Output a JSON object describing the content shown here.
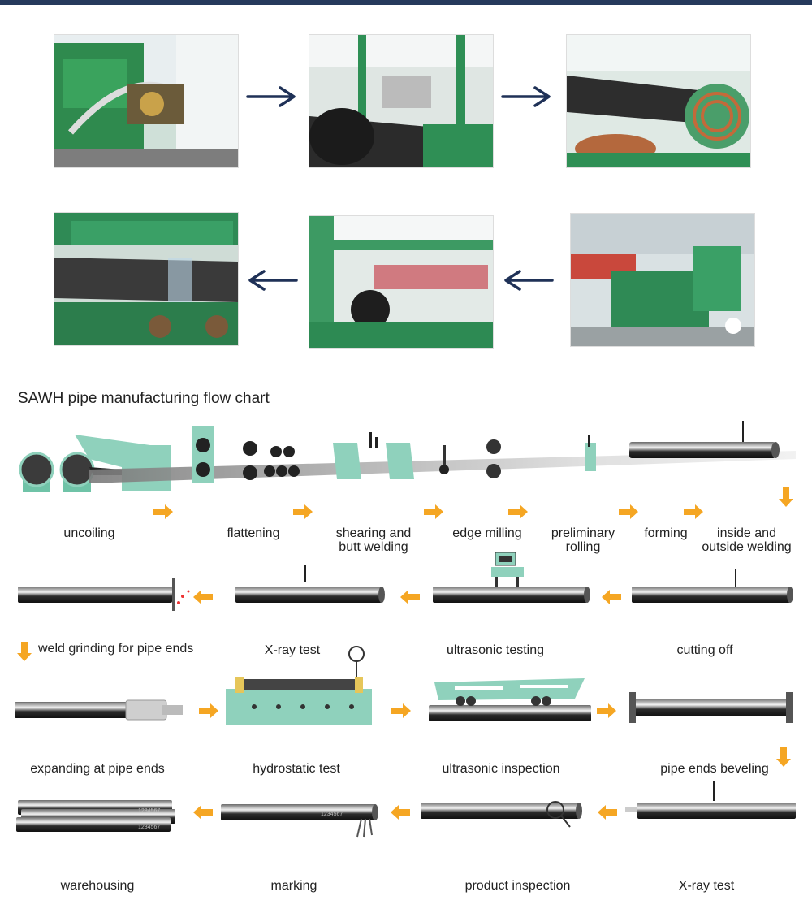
{
  "chart_title": "SAWH pipe manufacturing flow chart",
  "colors": {
    "top_bar": "#263a5c",
    "nav_arrow": "#1f3157",
    "flow_arrow": "#f5a623",
    "machine_green": "#8fd1bc",
    "pipe": "#3a3a3a"
  },
  "photos": [
    {
      "name": "photo-1",
      "alt": "welding machine"
    },
    {
      "name": "photo-2",
      "alt": "pipe forming line"
    },
    {
      "name": "photo-3",
      "alt": "pipe and coil"
    },
    {
      "name": "photo-4",
      "alt": "pipe on conveyor"
    },
    {
      "name": "photo-5",
      "alt": "ultrasonic testing frame"
    },
    {
      "name": "photo-6",
      "alt": "factory floor"
    }
  ],
  "steps": {
    "uncoiling": "uncoiling",
    "flattening": "flattening",
    "shearing_1": "shearing and",
    "shearing_2": "butt welding",
    "edge_milling": "edge milling",
    "preliminary_1": "preliminary",
    "preliminary_2": "rolling",
    "forming": "forming",
    "inside_1": "inside and",
    "inside_2": "outside welding",
    "weld_grinding": "weld grinding for pipe ends",
    "xray_1": "X-ray test",
    "ultrasonic_testing": "ultrasonic testing",
    "cutting_off": "cutting off",
    "expanding": "expanding at pipe ends",
    "hydrostatic": "hydrostatic test",
    "ultrasonic_inspection": "ultrasonic inspection",
    "beveling": "pipe ends beveling",
    "warehousing": "warehousing",
    "marking": "marking",
    "product_inspection": "product inspection",
    "xray_2": "X-ray test"
  },
  "pipe_marking": "1234567"
}
